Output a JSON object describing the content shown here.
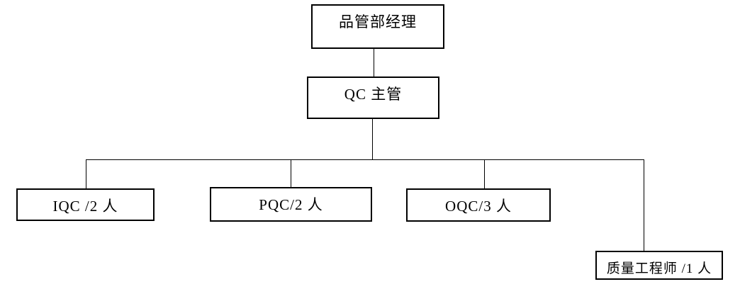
{
  "diagram": {
    "type": "org-chart",
    "colors": {
      "background": "#ffffff",
      "line": "#000000",
      "text": "#000000"
    },
    "nodes": {
      "manager": {
        "label": "品管部经理"
      },
      "qc_supervisor": {
        "label": "QC 主管"
      },
      "iqc": {
        "label": "IQC /2 人"
      },
      "pqc": {
        "label": "PQC/2 人"
      },
      "oqc": {
        "label": "OQC/3 人"
      },
      "quality_engineer": {
        "label": "质量工程师 /1 人"
      }
    },
    "edges": [
      {
        "from": "manager",
        "to": "qc_supervisor"
      },
      {
        "from": "qc_supervisor",
        "to": "iqc"
      },
      {
        "from": "qc_supervisor",
        "to": "pqc"
      },
      {
        "from": "qc_supervisor",
        "to": "oqc"
      },
      {
        "from": "qc_supervisor",
        "to": "quality_engineer"
      }
    ]
  }
}
